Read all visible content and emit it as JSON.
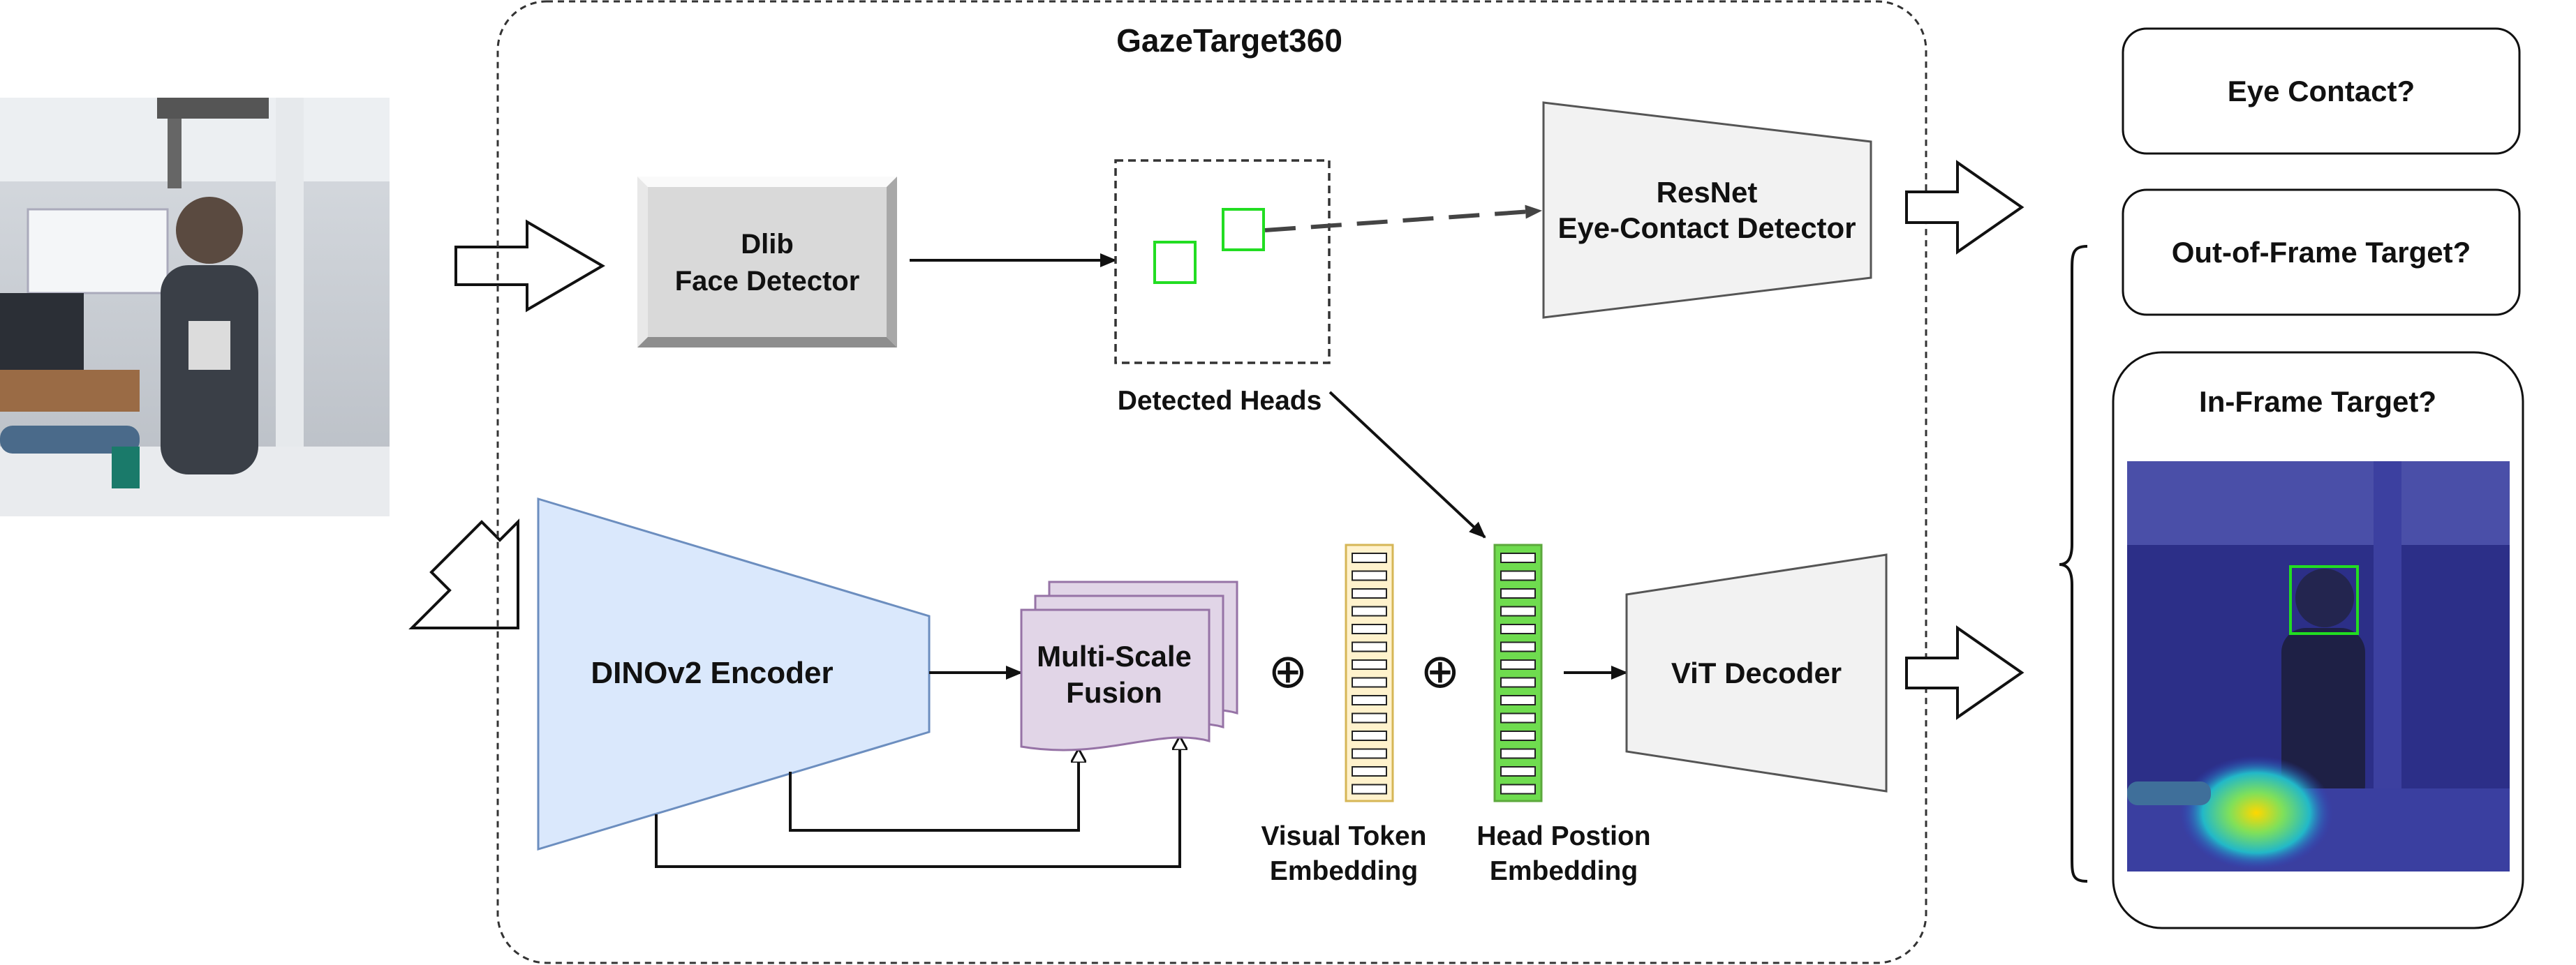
{
  "title": "GazeTarget360",
  "face_detector": {
    "line1": "Dlib",
    "line2": "Face Detector"
  },
  "detected_heads_label": "Detected Heads",
  "resnet": {
    "line1": "ResNet",
    "line2": "Eye-Contact Detector"
  },
  "encoder_label": "DINOv2 Encoder",
  "fusion": {
    "line1": "Multi-Scale",
    "line2": "Fusion"
  },
  "visual_token": {
    "line1": "Visual Token",
    "line2": "Embedding"
  },
  "head_position": {
    "line1": "Head Postion",
    "line2": "Embedding"
  },
  "decoder_label": "ViT Decoder",
  "plus_symbol": "⊕",
  "outputs": {
    "eye_contact": "Eye Contact?",
    "out_of_frame": "Out-of-Frame Target?",
    "in_frame": "In-Frame Target?"
  },
  "colors": {
    "encoder_fill": "#dae8fc",
    "encoder_stroke": "#6c8ebf",
    "fusion_fill": "#e1d5e7",
    "fusion_stroke": "#9673a6",
    "visual_token_fill": "#fff2cc",
    "visual_token_stroke": "#d6b656",
    "head_position_fill": "#6fdc4f",
    "head_position_stroke": "#5ca83c",
    "head_box": "#22dd22",
    "gray_block": "#f2f2f2"
  }
}
